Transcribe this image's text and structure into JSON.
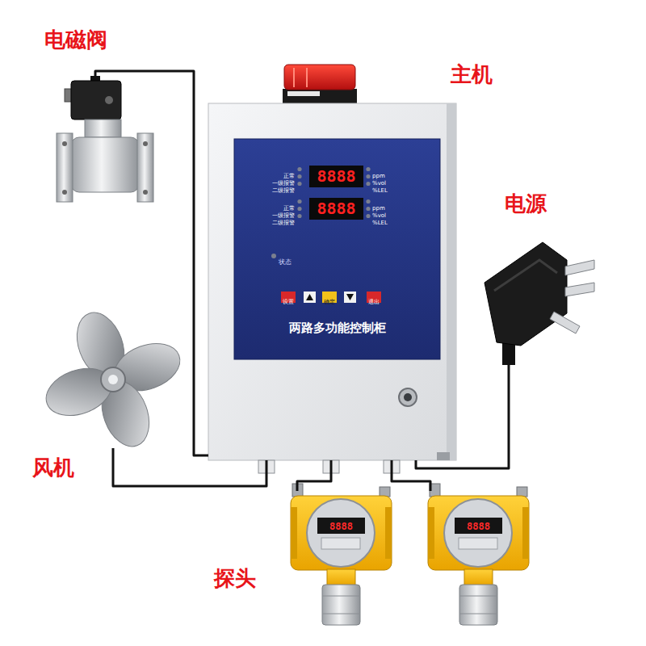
{
  "diagram": {
    "nodes": [
      {
        "text": [
          "电磁阀"
        ]
      },
      {
        "text": [
          "主机"
        ]
      },
      {
        "text": [
          "两路多功能控制柜"
        ],
        "in": 1
      },
      {
        "text": [
          "电源"
        ]
      },
      {
        "text": [
          "风机"
        ]
      },
      {
        "text": [
          "探头",
          "8888"
        ]
      },
      {
        "text": [
          "8888"
        ]
      }
    ],
    "edges": [
      {
        "from": 1,
        "to": 0,
        "arrow": "none"
      },
      {
        "from": 1,
        "to": 3,
        "arrow": "none"
      },
      {
        "from": 1,
        "to": 4,
        "arrow": "none"
      },
      {
        "from": 1,
        "to": 5,
        "arrow": "none"
      },
      {
        "from": 1,
        "to": 6,
        "arrow": "none"
      }
    ],
    "labels": [
      "正常",
      "一级报警",
      "二级报警",
      "8888",
      "ppm",
      "%vol",
      "%LEL",
      "正常",
      "一级报警",
      "二级报警",
      "8888",
      "ppm",
      "%vol",
      "%LEL",
      "状态",
      "设置",
      "确定",
      "退出"
    ]
  }
}
